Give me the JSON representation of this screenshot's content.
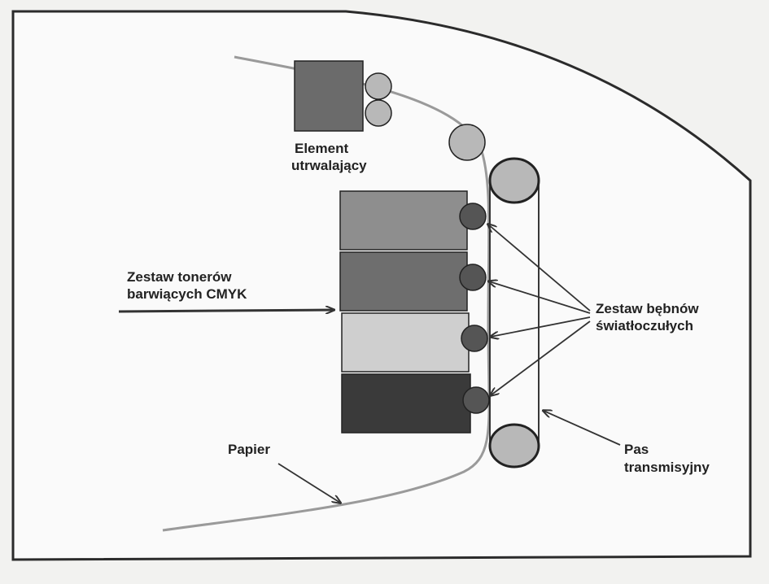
{
  "labels": {
    "fuser": [
      "Element",
      "utrwalający"
    ],
    "toner_set": [
      "Zestaw tonerów",
      "barwiących CMYK"
    ],
    "drum_set": [
      "Zestaw bębnów",
      "światłoczułych"
    ],
    "paper": [
      "Papier"
    ],
    "belt": [
      "Pas",
      "transmisyjny"
    ]
  },
  "colors": {
    "frame": "#2b2b2b",
    "paper_path": "#9a9a9a",
    "fuser_block": "#6b6b6b",
    "roller": "#b8b8b8",
    "drum": "#555555",
    "toner_1": "#8e8e8e",
    "toner_2": "#6e6e6e",
    "toner_3": "#cfcfcf",
    "toner_4": "#3a3a3a",
    "arrow": "#333333"
  }
}
